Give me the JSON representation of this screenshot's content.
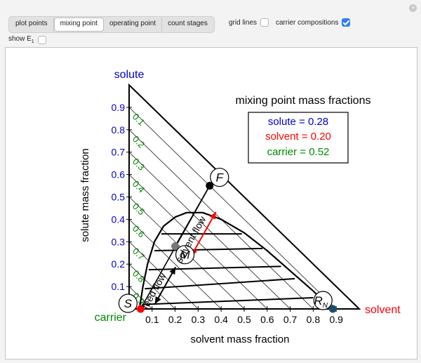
{
  "tabs": [
    {
      "label": "plot points",
      "active": false
    },
    {
      "label": "mixing point",
      "active": true
    },
    {
      "label": "operating point",
      "active": false
    },
    {
      "label": "count stages",
      "active": false
    }
  ],
  "controls": {
    "grid_lines_label": "grid lines",
    "grid_lines_checked": false,
    "carrier_compositions_label": "carrier compositions",
    "carrier_compositions_checked": true,
    "show_e1_label": "show E",
    "show_e1_sub": "1",
    "show_e1_checked": false
  },
  "chart_data": {
    "type": "ternary-diagram",
    "corner_labels": {
      "top": "solute",
      "right": "solvent",
      "bottom_left": "carrier"
    },
    "ylabel": "solute mass fraction",
    "xlabel": "solvent mass fraction",
    "solute_ticks": [
      "0.1",
      "0.2",
      "0.3",
      "0.4",
      "0.5",
      "0.6",
      "0.7",
      "0.8",
      "0.9"
    ],
    "solvent_ticks": [
      "0.1",
      "0.2",
      "0.3",
      "0.4",
      "0.5",
      "0.6",
      "0.7",
      "0.8",
      "0.9"
    ],
    "carrier_ticks": [
      "0.1",
      "0.2",
      "0.3",
      "0.4",
      "0.5",
      "0.6",
      "0.7",
      "0.8",
      "0.9"
    ],
    "box": {
      "title": "mixing point mass fractions",
      "solute_text": "solute = 0.28",
      "solvent_text": "solvent = 0.20",
      "carrier_text": "carrier = 0.52"
    },
    "mixing_point": {
      "solute": 0.28,
      "solvent": 0.2,
      "carrier": 0.52
    },
    "points": [
      {
        "label": "F",
        "solvent": 0.35,
        "solute": 0.55,
        "color": "#000000"
      },
      {
        "label": "M",
        "solvent": 0.2,
        "solute": 0.28,
        "color": "#777777"
      },
      {
        "label": "S",
        "solvent": 0.05,
        "solute": 0.0,
        "color": "#ff0000"
      },
      {
        "label": "R",
        "sub": "N",
        "solvent": 0.885,
        "solute": 0.0,
        "color": "#1d4e6b"
      }
    ],
    "flow_labels": {
      "solvent": "solvent flow",
      "feed": "feed flow"
    },
    "binodal": [
      [
        0.045,
        0.0
      ],
      [
        0.06,
        0.1
      ],
      [
        0.08,
        0.2
      ],
      [
        0.11,
        0.3
      ],
      [
        0.15,
        0.37
      ],
      [
        0.2,
        0.41
      ],
      [
        0.25,
        0.43
      ],
      [
        0.32,
        0.43
      ],
      [
        0.4,
        0.4
      ],
      [
        0.5,
        0.34
      ],
      [
        0.6,
        0.26
      ],
      [
        0.7,
        0.17
      ],
      [
        0.8,
        0.08
      ],
      [
        0.88,
        0.0
      ]
    ],
    "tie_lines": [
      [
        [
          0.06,
          0.02
        ],
        [
          0.8,
          0.05
        ]
      ],
      [
        [
          0.068,
          0.09
        ],
        [
          0.72,
          0.135
        ]
      ],
      [
        [
          0.085,
          0.175
        ],
        [
          0.66,
          0.19
        ]
      ],
      [
        [
          0.11,
          0.26
        ],
        [
          0.58,
          0.27
        ]
      ],
      [
        [
          0.14,
          0.335
        ],
        [
          0.49,
          0.335
        ]
      ]
    ],
    "colors": {
      "solute": "#0000cc",
      "solvent": "#ff0000",
      "carrier": "#008800"
    }
  }
}
